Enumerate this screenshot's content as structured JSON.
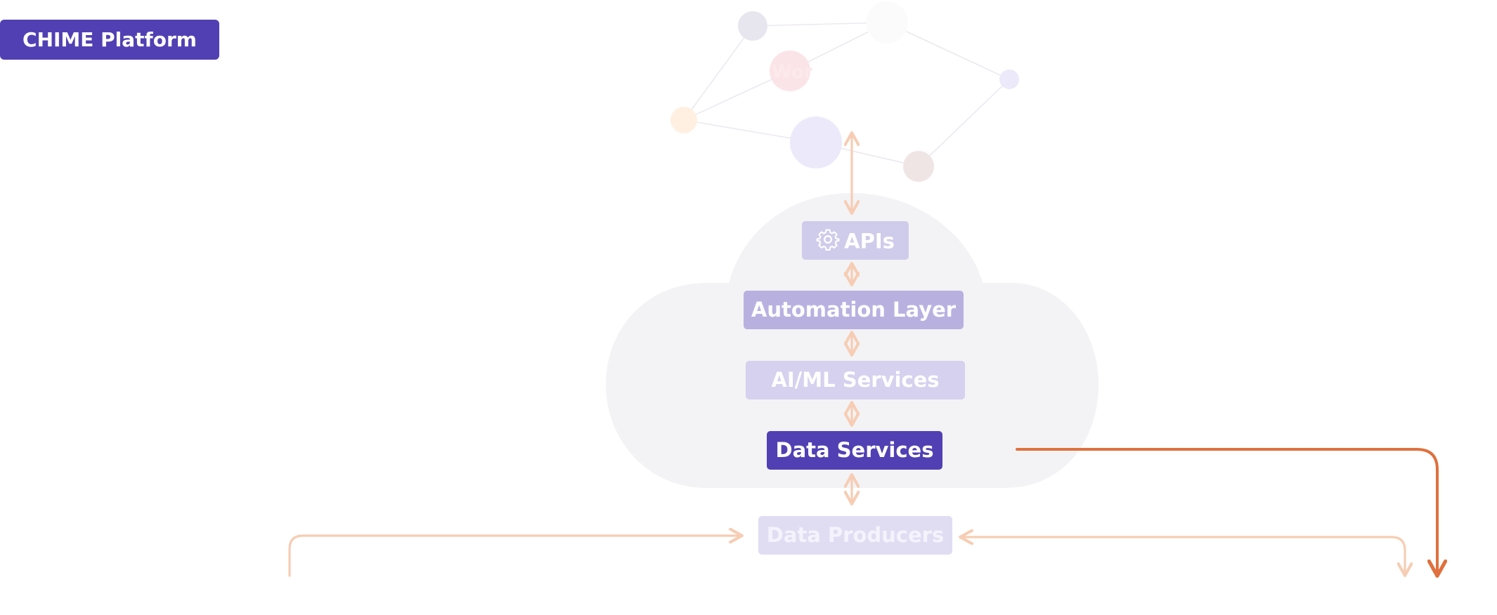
{
  "platform": {
    "title": "CHIME Platform"
  },
  "network": {
    "faded_label": "Work"
  },
  "layers": {
    "apis": {
      "label": "APIs",
      "icon": "gear-icon"
    },
    "automation": {
      "label": "Automation Layer"
    },
    "aiml": {
      "label": "AI/ML Services"
    },
    "data_services": {
      "label": "Data Services"
    },
    "data_producers": {
      "label": "Data Producers"
    }
  },
  "colors": {
    "brand_purple": "#5140b3",
    "highlight_orange": "#e0703d",
    "faded_orange": "#f6cdb4",
    "cloud_gray": "#f3f3f5"
  }
}
